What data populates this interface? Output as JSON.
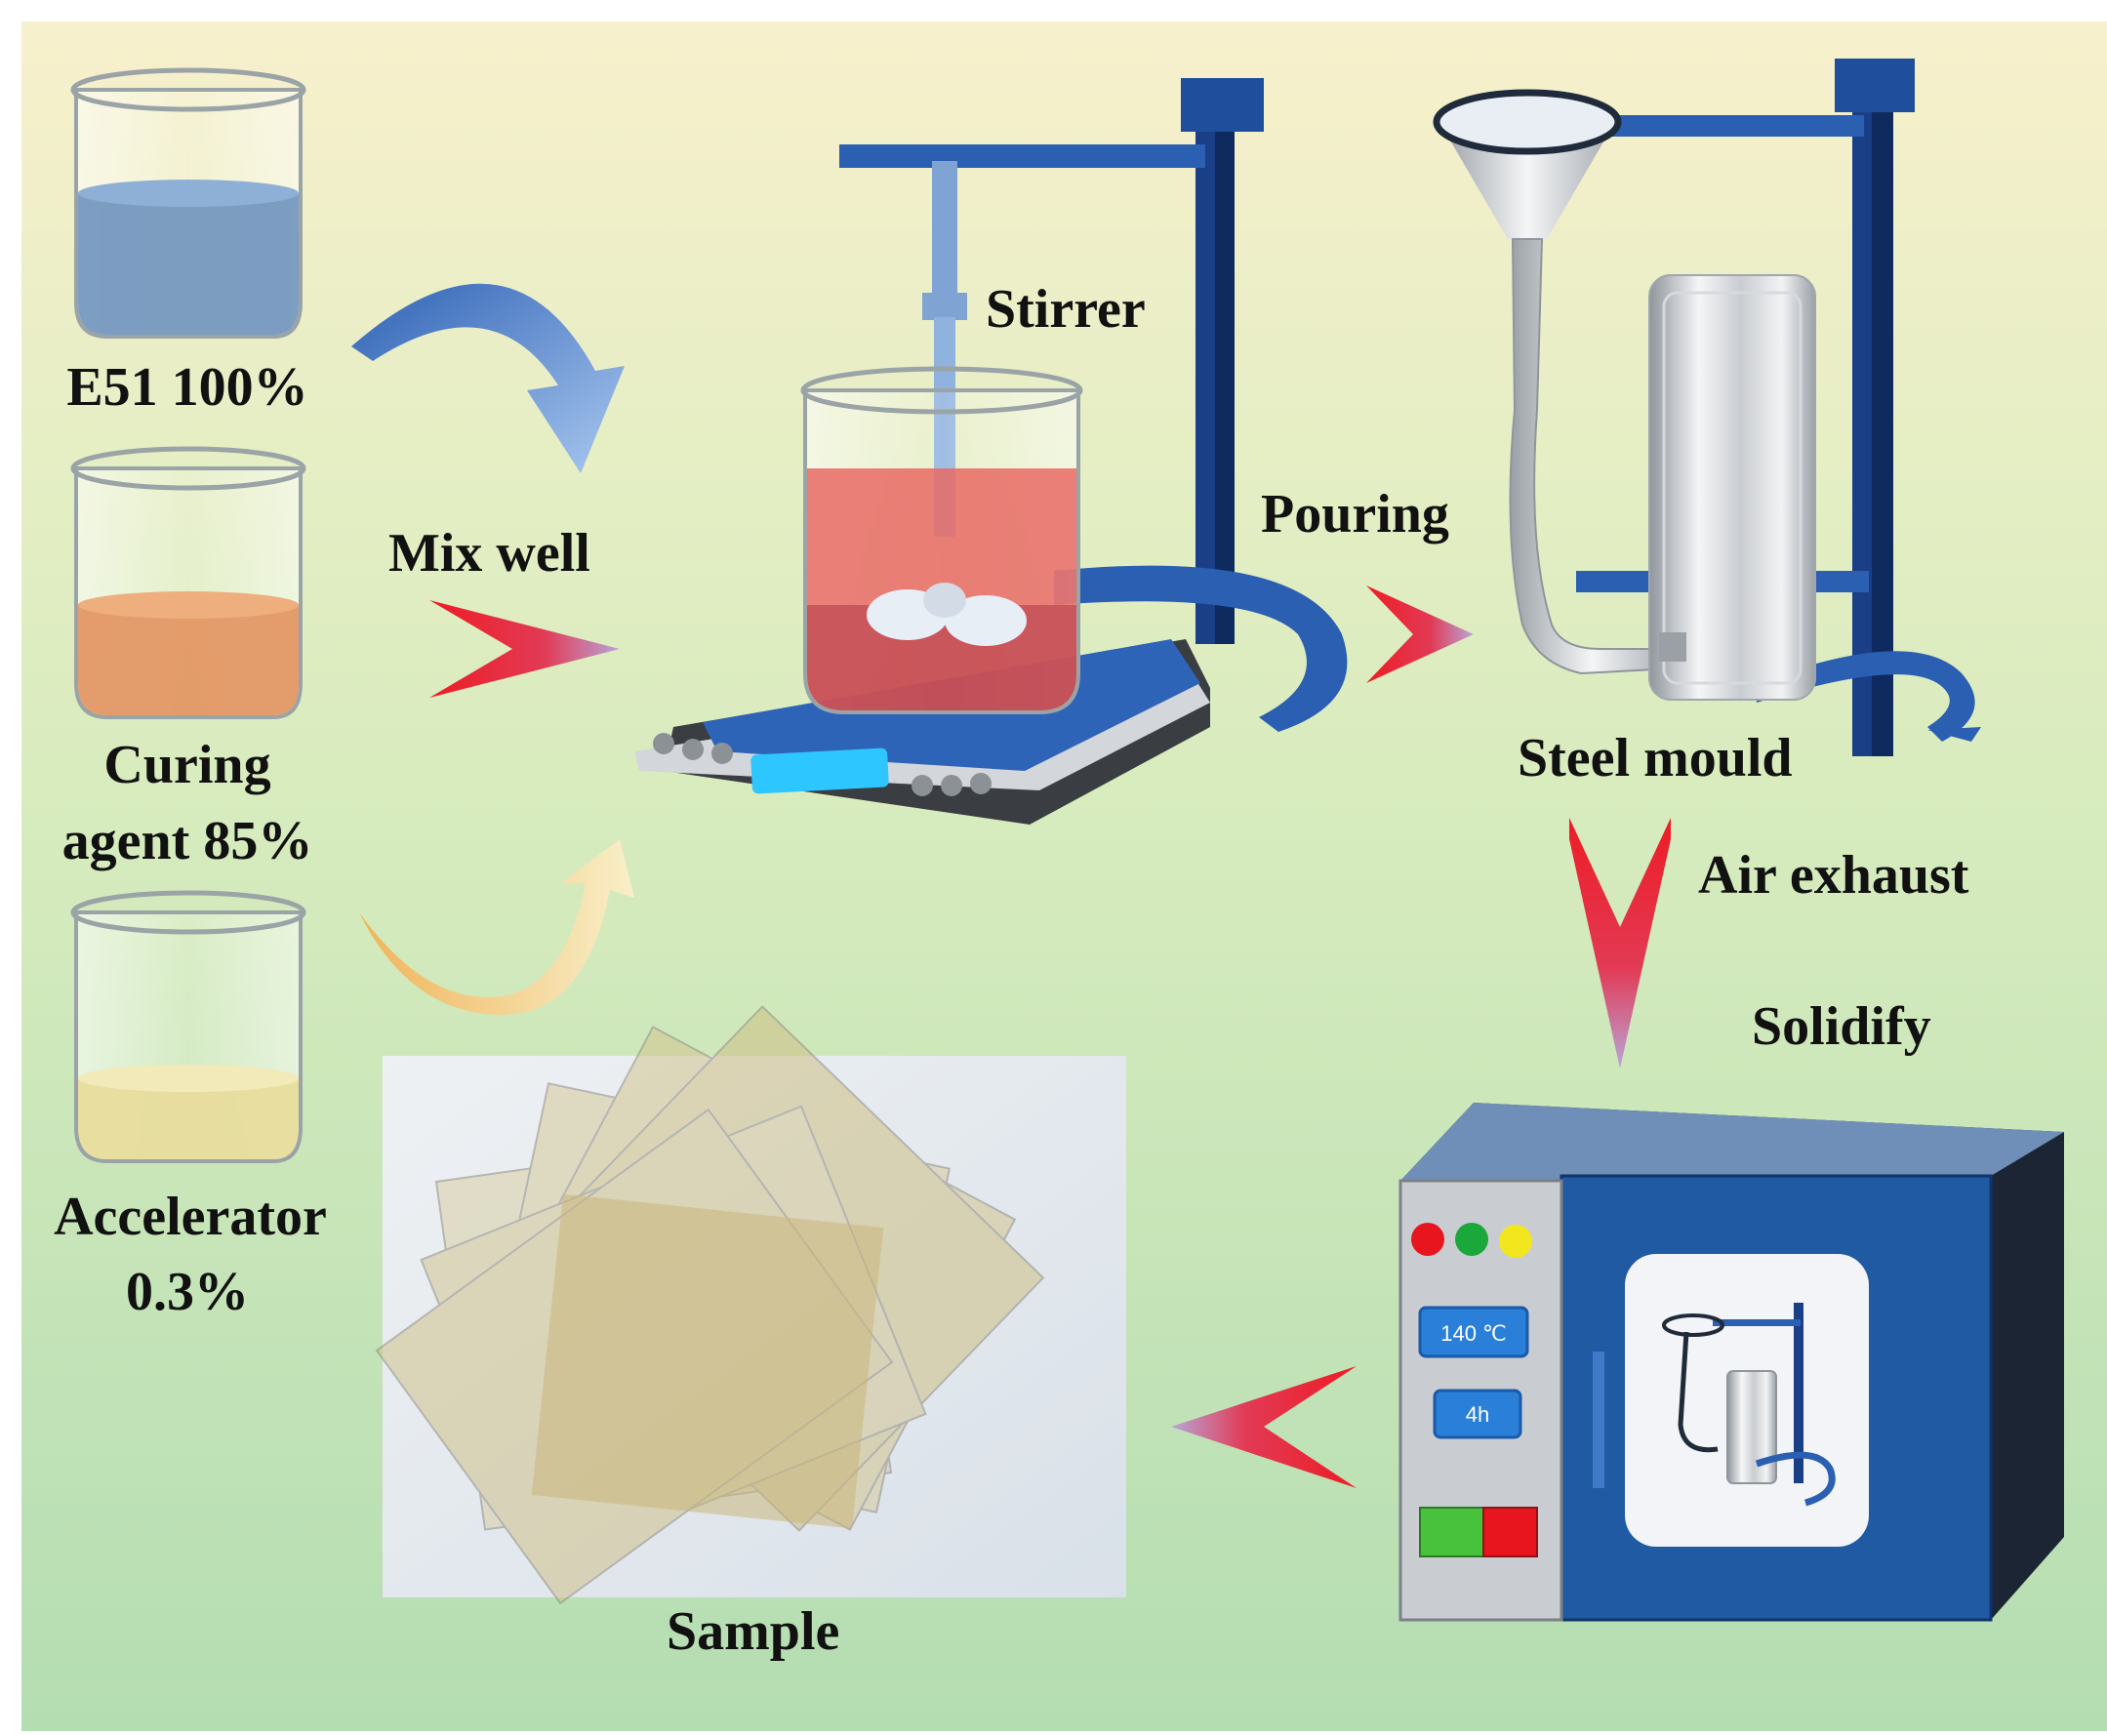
{
  "labels": {
    "e51": "E51 100%",
    "curing_line1": "Curing",
    "curing_line2": "agent 85%",
    "accel_line1": "Accelerator",
    "accel_line2": "0.3%",
    "mix": "Mix well",
    "stirrer": "Stirrer",
    "pouring": "Pouring",
    "steel_mould": "Steel mould",
    "air_exhaust": "Air exhaust",
    "solidify": "Solidify",
    "sample": "Sample"
  },
  "oven": {
    "temperature": "140 ℃",
    "time": "4h",
    "lamp_colors": [
      "#e8141e",
      "#1aa83a",
      "#f2e61e"
    ]
  },
  "colors": {
    "bg_top": "#f7f0cc",
    "bg_bottom": "#b4ddb2",
    "e51_liquid": "#6f93be",
    "curing_liquid": "#e2925f",
    "accel_liquid": "#e7dc9c",
    "mix_liquid": "#e86a64",
    "arrow_red": "#ee1c25",
    "stand_blue": "#1f4f9c",
    "oven_blue": "#1f5aa3"
  }
}
